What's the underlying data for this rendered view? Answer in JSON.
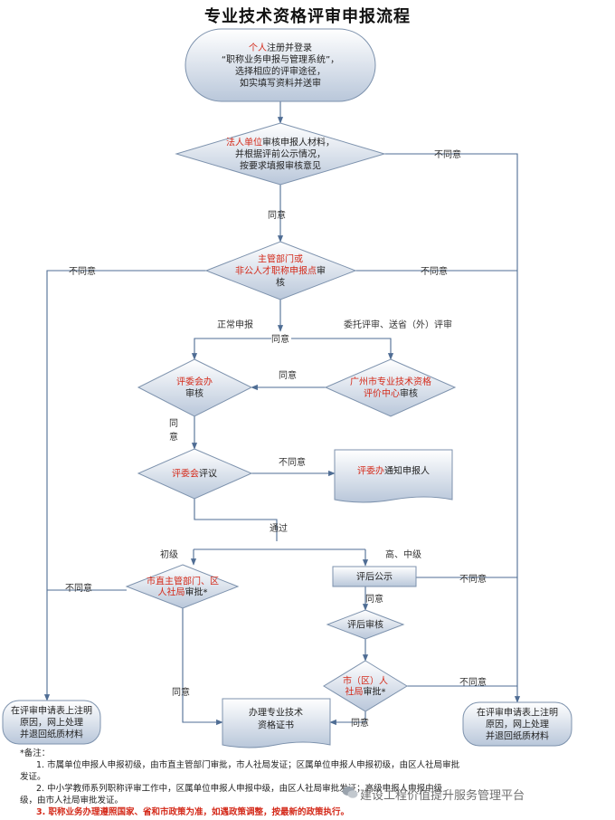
{
  "title": "专业技术资格评审申报流程",
  "nodes": {
    "start": {
      "lines": [
        [
          {
            "t": "个人",
            "r": true
          },
          {
            "t": "注册并登录",
            "r": false
          }
        ],
        [
          {
            "t": "“职称业务申报与管理系统”，",
            "r": false
          }
        ],
        [
          {
            "t": "选择相应的评审途径，",
            "r": false
          }
        ],
        [
          {
            "t": "如实填写资料并送审",
            "r": false
          }
        ]
      ]
    },
    "d1": {
      "lines": [
        [
          {
            "t": "法人单位",
            "r": true
          },
          {
            "t": "审核申报人材料，",
            "r": false
          }
        ],
        [
          {
            "t": "并根据评前公示情况，",
            "r": false
          }
        ],
        [
          {
            "t": "按要求填报审核意见",
            "r": false
          }
        ]
      ]
    },
    "d2": {
      "lines": [
        [
          {
            "t": "主管部门或",
            "r": true
          }
        ],
        [
          {
            "t": "非公人才职称申报点",
            "r": true
          },
          {
            "t": "审",
            "r": false
          }
        ],
        [
          {
            "t": "核",
            "r": false
          }
        ]
      ]
    },
    "d3": {
      "lines": [
        [
          {
            "t": "评委会办",
            "r": true
          }
        ],
        [
          {
            "t": "审核",
            "r": false
          }
        ]
      ]
    },
    "d4": {
      "lines": [
        [
          {
            "t": "广州市专业技术资格",
            "r": true
          }
        ],
        [
          {
            "t": "评价中心",
            "r": true
          },
          {
            "t": "审核",
            "r": false
          }
        ]
      ]
    },
    "d5": {
      "lines": [
        [
          {
            "t": "评委会",
            "r": true
          },
          {
            "t": "评议",
            "r": false
          }
        ]
      ]
    },
    "doc1": {
      "lines": [
        [
          {
            "t": "评委办",
            "r": true
          },
          {
            "t": "通知申报人",
            "r": false
          }
        ]
      ]
    },
    "d6": {
      "lines": [
        [
          {
            "t": "市直主管部门、区",
            "r": true
          }
        ],
        [
          {
            "t": "人社局",
            "r": true
          },
          {
            "t": "审批*",
            "r": false
          }
        ]
      ]
    },
    "r1": {
      "lines": [
        [
          {
            "t": "评后公示",
            "r": false
          }
        ]
      ]
    },
    "d7": {
      "lines": [
        [
          {
            "t": "评后审核",
            "r": false
          }
        ]
      ]
    },
    "d8": {
      "lines": [
        [
          {
            "t": "市（区）人",
            "r": true
          }
        ],
        [
          {
            "t": "社局",
            "r": true
          },
          {
            "t": "审批*",
            "r": false
          }
        ]
      ]
    },
    "doc2": {
      "lines": [
        [
          {
            "t": "办理专业技术",
            "r": false
          }
        ],
        [
          {
            "t": "资格证书",
            "r": false
          }
        ]
      ]
    },
    "end_left": {
      "lines": [
        [
          {
            "t": "在评审申请表上注明",
            "r": false
          }
        ],
        [
          {
            "t": "原因，网上处理",
            "r": false
          }
        ],
        [
          {
            "t": "并退回纸质材料",
            "r": false
          }
        ]
      ]
    },
    "end_right": {
      "lines": [
        [
          {
            "t": "在评审申请表上注明",
            "r": false
          }
        ],
        [
          {
            "t": "原因，网上处理",
            "r": false
          }
        ],
        [
          {
            "t": "并退回纸质材料",
            "r": false
          }
        ]
      ]
    }
  },
  "edge_labels": {
    "d1_disagree": "不同意",
    "d1_agree": "同意",
    "d2_disagree_left": "不同意",
    "d2_disagree_right": "不同意",
    "normal": "正常申报",
    "d2_agree": "同意",
    "entrust": "委托评审、送省（外）评审",
    "d4_agree": "同意",
    "d3_agree_1": "同",
    "d3_agree_2": "意",
    "d5_disagree": "不同意",
    "passed": "通过",
    "junior": "初级",
    "senior": "高、中级",
    "d6_disagree": "不同意",
    "r1_disagree": "不同意",
    "r1_agree": "同意",
    "d8_disagree": "不同意",
    "d6_agree": "同意",
    "d8_agree": "同意"
  },
  "notes": {
    "header": "*备注：",
    "n1a": "1. 市属单位申报人申报初级，由市直主管部门审批，市人社局发证；区属单位申报人申报初级，由区人社局审批",
    "n1b": "发证。",
    "n2a": "2. 中小学教师系列职称评审工作中，区属单位申报人申报中级，由区人社局审批发证；高级申报人申报中级",
    "n2b": "级，由市人社局审批发证。",
    "n3": "3. 职称业务办理遵照国家、省和市政策为准，如遇政策调整，按最新的政策执行。"
  },
  "watermark": "建设工程价值提升服务管理平台",
  "colors": {
    "line": "#4f6d94",
    "fill_top": "#ffffff",
    "fill_bottom": "#b9c7da",
    "stroke": "#7d92ad",
    "red": "#d42a1a"
  }
}
